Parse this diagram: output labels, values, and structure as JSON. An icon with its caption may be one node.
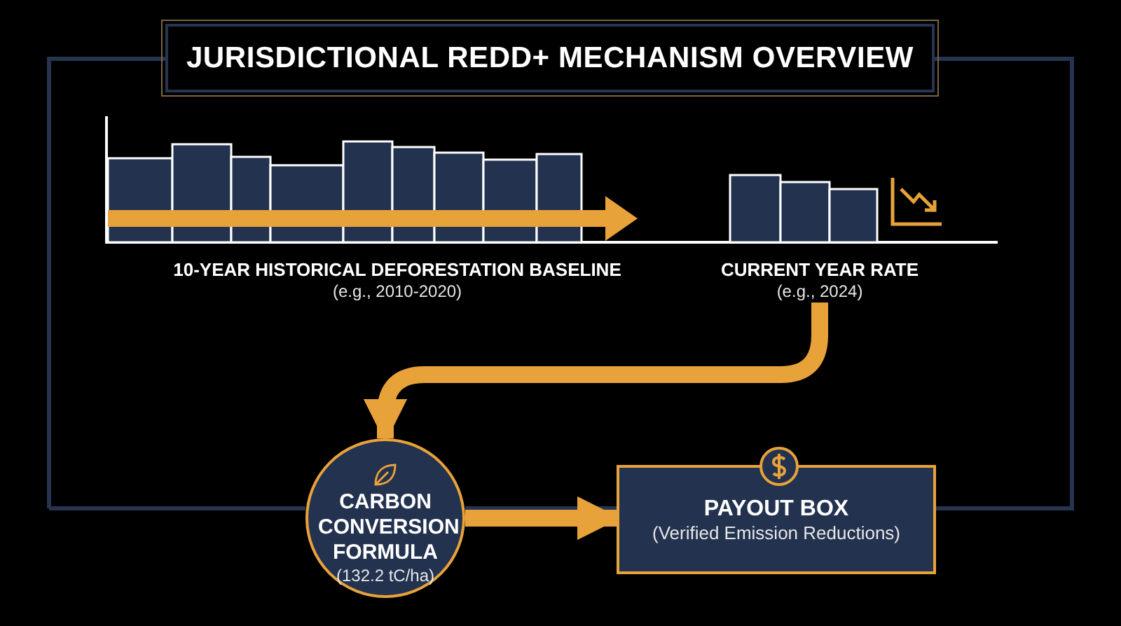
{
  "diagram": {
    "title": "JURISDICTIONAL REDD+ MECHANISM OVERVIEW",
    "nodes": [
      {
        "text": [
          "10-YEAR HISTORICAL DEFORESTATION BASELINE",
          "(e.g., 2010-2020)"
        ]
      },
      {
        "text": [
          "CURRENT YEAR RATE",
          "(e.g., 2024)"
        ]
      },
      {
        "text": [
          "CARBON CONVERSION FORMULA",
          "(132.2 tC/ha)"
        ]
      },
      {
        "text": [
          "PAYOUT BOX",
          "(Verified Emission Reductions)"
        ]
      }
    ],
    "edges": [
      {
        "from": 1,
        "to": 2,
        "arrow": "to"
      },
      {
        "from": 2,
        "to": 3,
        "arrow": "to"
      }
    ]
  }
}
